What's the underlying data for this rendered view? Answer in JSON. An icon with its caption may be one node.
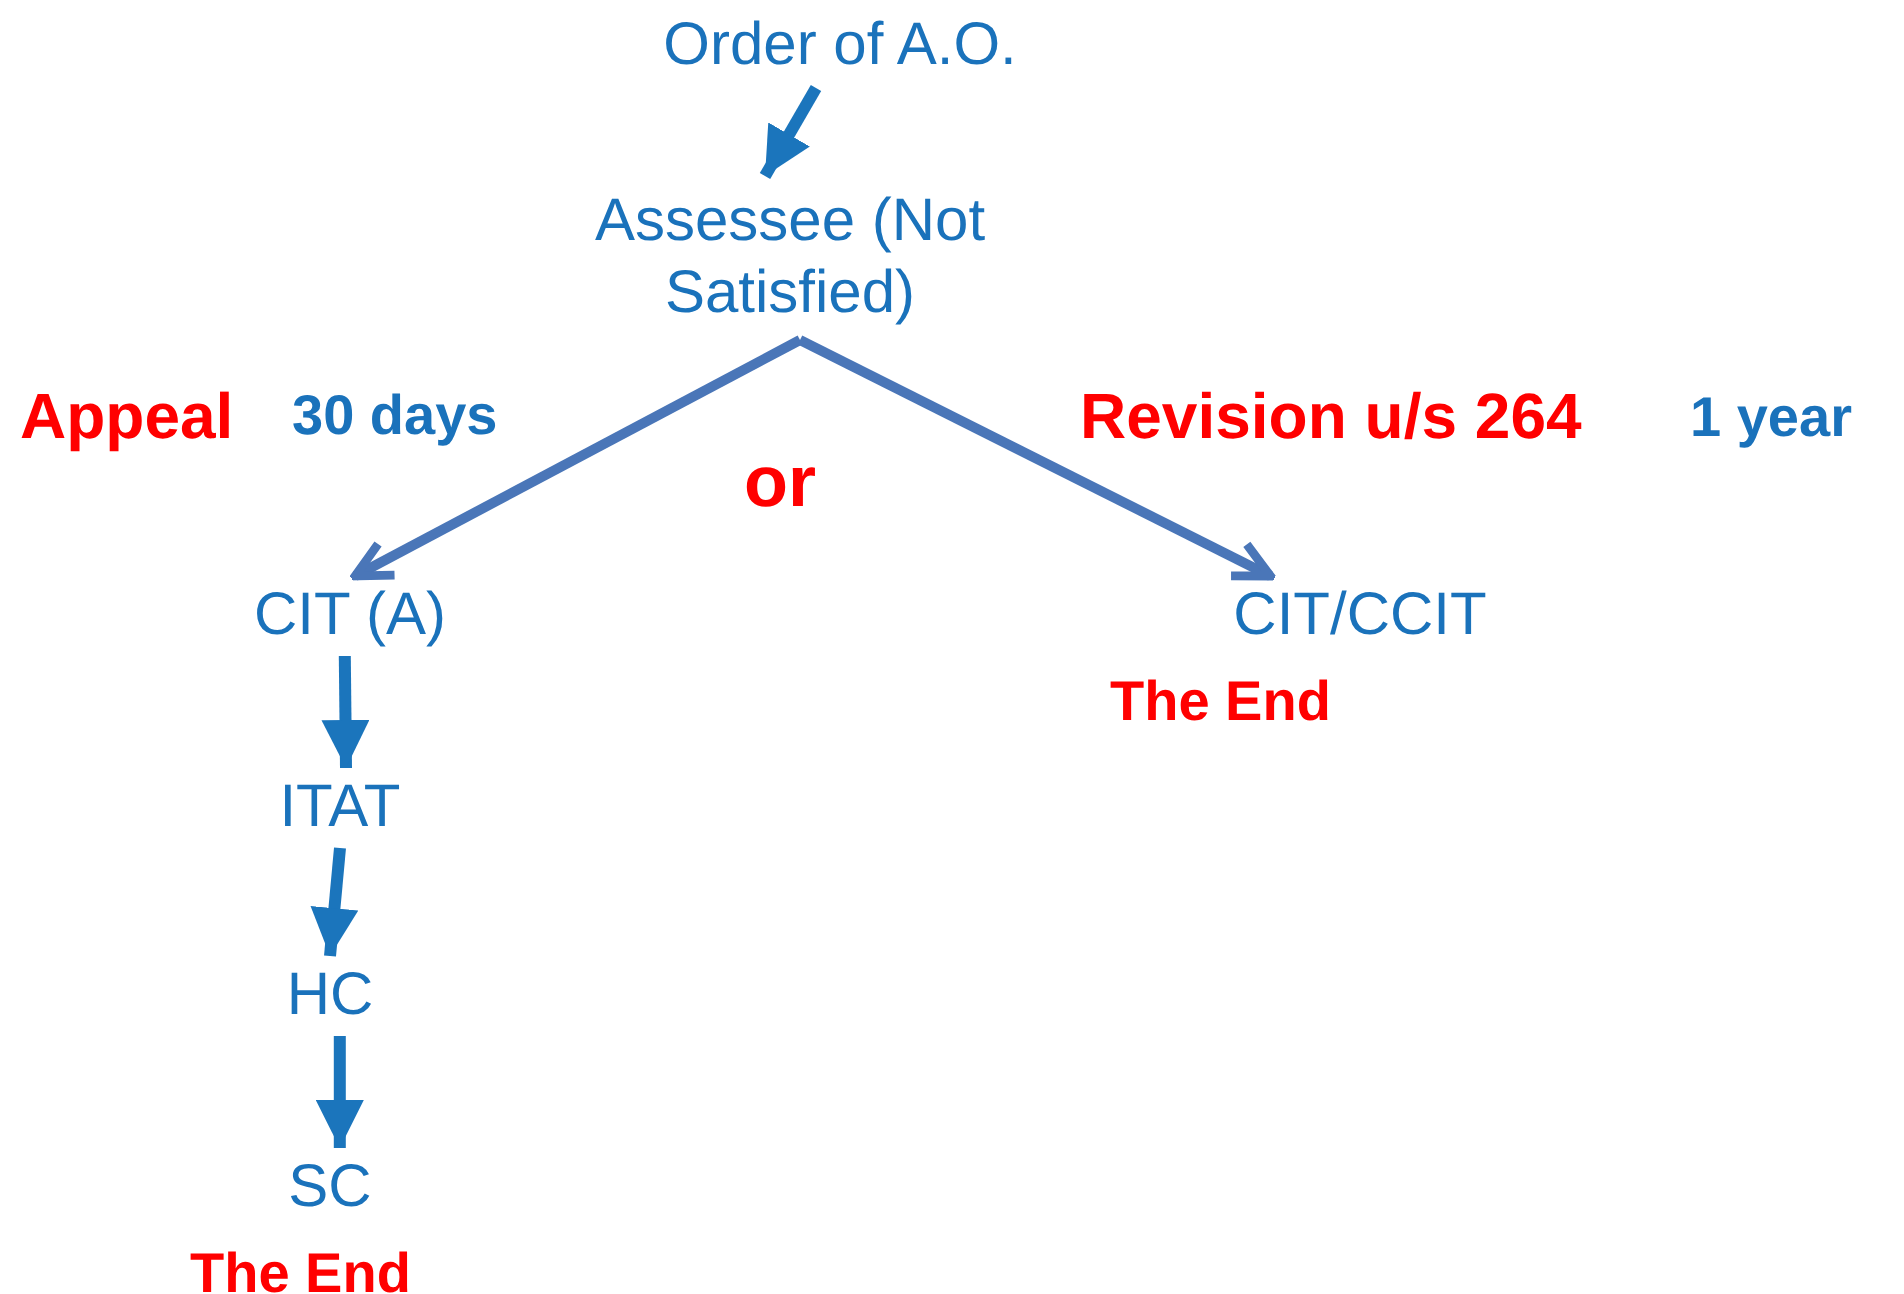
{
  "diagram": {
    "nodes": [
      {
        "text": [
          "Order of A.O."
        ]
      },
      {
        "text": [
          "Assessee (Not Satisfied)"
        ]
      },
      {
        "text": [
          "CIT (A)"
        ]
      },
      {
        "text": [
          "CIT/CCIT"
        ],
        "beside": [
          "The End"
        ]
      },
      {
        "text": [
          "ITAT"
        ]
      },
      {
        "text": [
          "HC"
        ]
      },
      {
        "text": [
          "SC"
        ],
        "beside": [
          "The End"
        ]
      }
    ],
    "edges": [
      {
        "from": 0,
        "to": 1,
        "arrow": "to"
      },
      {
        "from": 1,
        "to": 2,
        "arrow": "to",
        "color": "#4a76b8"
      },
      {
        "from": 1,
        "to": 3,
        "arrow": "to",
        "color": "#4a76b8"
      },
      {
        "from": 2,
        "to": 4,
        "arrow": "to"
      },
      {
        "from": 4,
        "to": 5,
        "arrow": "to"
      },
      {
        "from": 5,
        "to": 6,
        "arrow": "to"
      }
    ],
    "labels": [
      "Appeal",
      "30 days",
      "or",
      "Revision u/s 264",
      "1 year"
    ]
  }
}
